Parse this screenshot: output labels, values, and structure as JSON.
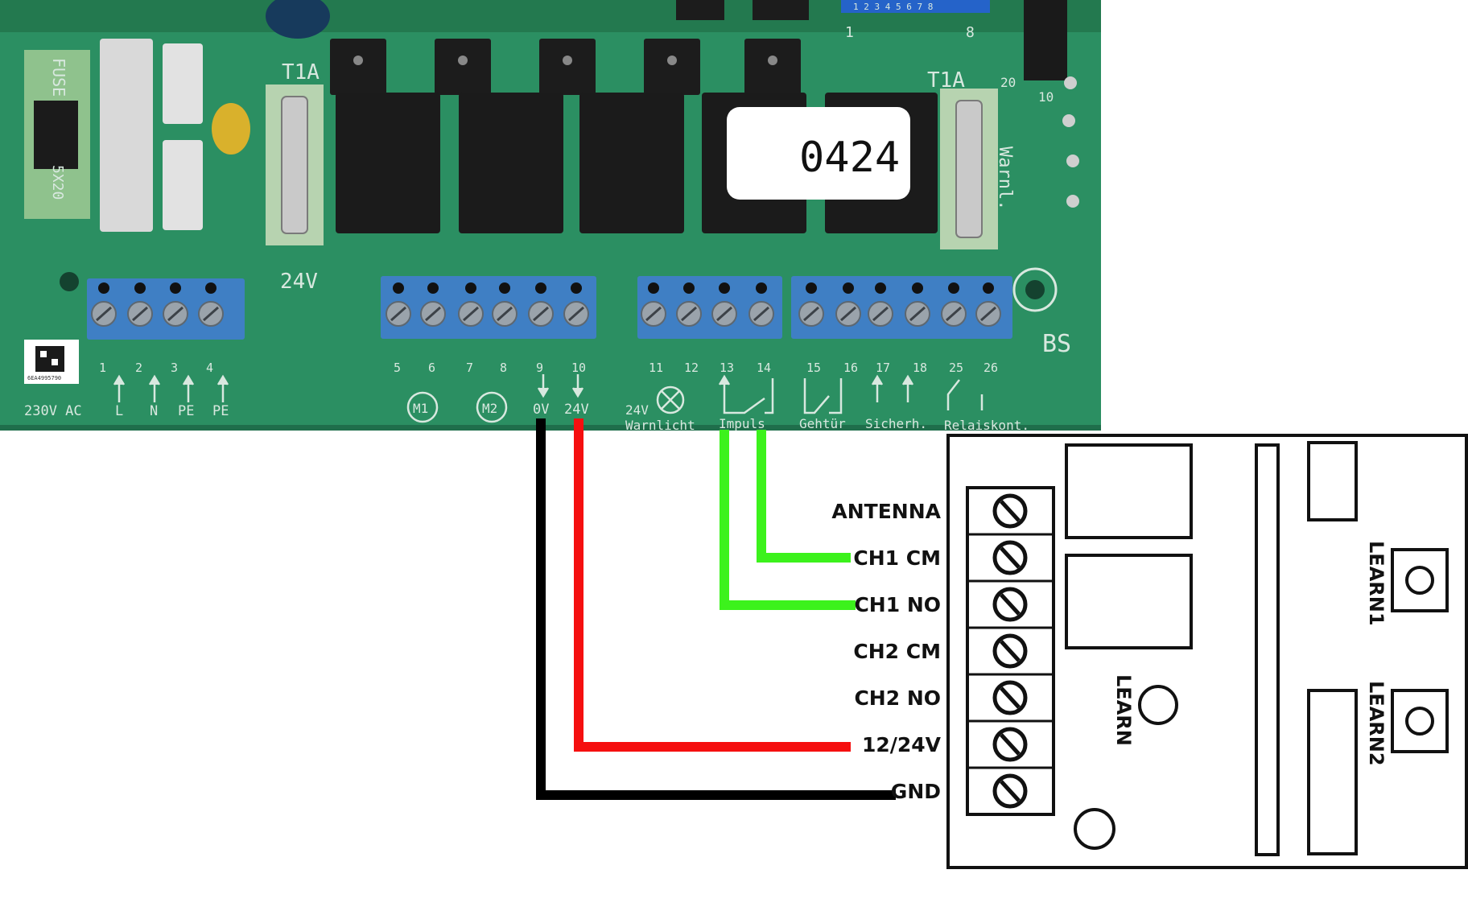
{
  "board": {
    "colors": {
      "pcb": "#2b8f62",
      "pcb_dark": "#1f6e4b",
      "terminal": "#3f7fc4",
      "relay": "#1b1b1b",
      "silk": "#d8e8df"
    },
    "fuse_label": "FUSE",
    "fuse_rating": "5X20",
    "fuse_t1a_left": "T1A",
    "fuse_t1a_right": "T1A",
    "label_24v_bottom": "24V",
    "warnl_label": "Warnl.",
    "bs_label": "BS",
    "dip_numbers": "1 2 3 4 5 6 7 8",
    "dip_one": "1",
    "dip_eight": "8",
    "header_20": "20",
    "header_10": "10",
    "sticker": "0424",
    "qr_caption": "6EA4995790",
    "terminal_numbers": [
      "1",
      "2",
      "3",
      "4",
      "5",
      "6",
      "7",
      "8",
      "9",
      "10",
      "11",
      "12",
      "13",
      "14",
      "15",
      "16",
      "17",
      "18",
      "25",
      "26"
    ],
    "group_labels": {
      "power": "230V AC",
      "l": "L",
      "n": "N",
      "pe1": "PE",
      "pe2": "PE",
      "m1": "M1",
      "m2": "M2",
      "ov": "0V",
      "v24": "24V",
      "warnlicht_v": "24V",
      "warnlicht": "Warnlicht",
      "impuls": "Impuls",
      "gehtur": "Gehtür",
      "sicherh": "Sicherh.",
      "relaiskont": "Relaiskont."
    }
  },
  "receiver": {
    "pins": [
      "ANTENNA",
      "CH1 CM",
      "CH1 NO",
      "CH2 CM",
      "CH2 NO",
      "12/24V",
      "GND"
    ],
    "learn": "LEARN",
    "learn1": "LEARN1",
    "learn2": "LEARN2"
  },
  "wires": [
    {
      "from": "13",
      "to": "CH1 NO",
      "color": "#3cf21c"
    },
    {
      "from": "14",
      "to": "CH1 CM",
      "color": "#3cf21c"
    },
    {
      "from": "24V",
      "to": "12/24V",
      "color": "#f50f0f"
    },
    {
      "from": "0V",
      "to": "GND",
      "color": "#000000"
    }
  ]
}
